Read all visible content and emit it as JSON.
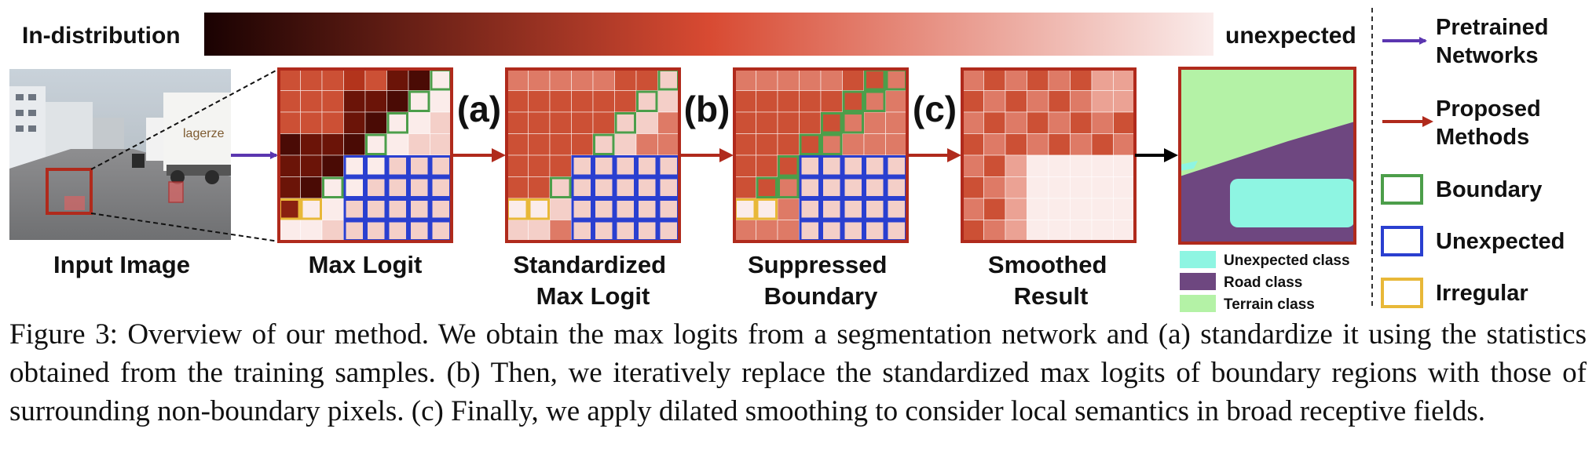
{
  "figure": {
    "scale": {
      "left_label": "In-distribution",
      "right_label": "unexpected",
      "colors": [
        "#1a0202",
        "#d84a32",
        "#faeceb"
      ]
    },
    "stages": [
      {
        "title_lines": [
          "Input Image"
        ]
      },
      {
        "title_lines": [
          "Max Logit"
        ]
      },
      {
        "step": "(a)",
        "title_lines": [
          "Standardized",
          "Max Logit"
        ]
      },
      {
        "step": "(b)",
        "title_lines": [
          "Suppressed",
          "Boundary"
        ]
      },
      {
        "step": "(c)",
        "title_lines": [
          "Smoothed",
          "Result"
        ]
      }
    ],
    "scene": {
      "truck_text": "lagerze"
    },
    "segmentation_legend": [
      {
        "label": "Unexpected class",
        "color": "#8ef5e2"
      },
      {
        "label": "Road class",
        "color": "#6e4780"
      },
      {
        "label": "Terrain class",
        "color": "#b4f2a6"
      }
    ],
    "legend": {
      "pretrained": {
        "label_lines": [
          "Pretrained",
          "Networks"
        ],
        "color": "#5b36b0"
      },
      "proposed": {
        "label_lines": [
          "Proposed",
          "Methods"
        ],
        "color": "#b02a1c"
      },
      "boundary": {
        "label": "Boundary",
        "color": "#4c9e4a"
      },
      "unexpected": {
        "label": "Unexpected",
        "color": "#2a3fd0"
      },
      "irregular": {
        "label": "Irregular",
        "color": "#e8b838"
      }
    },
    "colors": {
      "frame": "#b02a1c",
      "text": "#111111",
      "arrow_black": "#000000"
    }
  },
  "caption": {
    "label": "Figure 3:",
    "text": "Overview of our method. We obtain the max logits from a segmentation network and (a) standardize it using the statistics obtained from the training samples. (b) Then, we iteratively replace the standardized max logits of boundary regions with those of surrounding non-boundary pixels. (c) Finally, we apply dilated smoothing to consider local semantics in broad receptive fields."
  }
}
